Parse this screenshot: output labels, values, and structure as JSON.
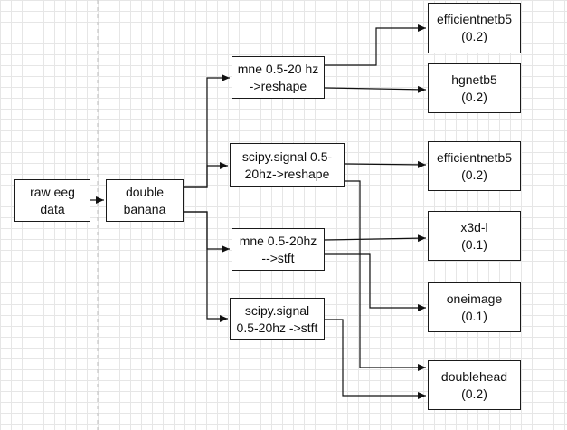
{
  "diagram": {
    "nodes": [
      {
        "id": "raw",
        "lines": [
          "raw eeg",
          "data"
        ]
      },
      {
        "id": "banana",
        "lines": [
          "double",
          "banana"
        ]
      },
      {
        "id": "mne_reshape",
        "lines": [
          "mne 0.5-20 hz",
          "->reshape"
        ]
      },
      {
        "id": "scipy_reshape",
        "lines": [
          "scipy.signal  0.5-",
          "20hz->reshape"
        ]
      },
      {
        "id": "mne_stft",
        "lines": [
          "mne 0.5-20hz",
          "-->stft"
        ]
      },
      {
        "id": "scipy_stft",
        "lines": [
          "scipy.signal",
          "0.5-20hz ->stft"
        ]
      },
      {
        "id": "effnet_1",
        "lines": [
          "efficientnetb5",
          "(0.2)"
        ]
      },
      {
        "id": "hgnet",
        "lines": [
          "hgnetb5",
          "(0.2)"
        ]
      },
      {
        "id": "effnet_2",
        "lines": [
          "efficientnetb5",
          "(0.2)"
        ]
      },
      {
        "id": "x3d",
        "lines": [
          "x3d-l",
          "(0.1)"
        ]
      },
      {
        "id": "oneimage",
        "lines": [
          "oneimage",
          "(0.1)"
        ]
      },
      {
        "id": "doublehead",
        "lines": [
          "doublehead",
          "(0.2)"
        ]
      }
    ],
    "edges": [
      {
        "from": "raw",
        "to": "banana"
      },
      {
        "from": "banana",
        "to": "mne_reshape"
      },
      {
        "from": "banana",
        "to": "scipy_reshape"
      },
      {
        "from": "banana",
        "to": "mne_stft"
      },
      {
        "from": "banana",
        "to": "scipy_stft"
      },
      {
        "from": "mne_reshape",
        "to": "effnet_1"
      },
      {
        "from": "mne_reshape",
        "to": "hgnet"
      },
      {
        "from": "scipy_reshape",
        "to": "effnet_2"
      },
      {
        "from": "scipy_reshape",
        "to": "doublehead"
      },
      {
        "from": "mne_stft",
        "to": "x3d"
      },
      {
        "from": "mne_stft",
        "to": "oneimage"
      },
      {
        "from": "scipy_stft",
        "to": "doublehead"
      }
    ]
  }
}
